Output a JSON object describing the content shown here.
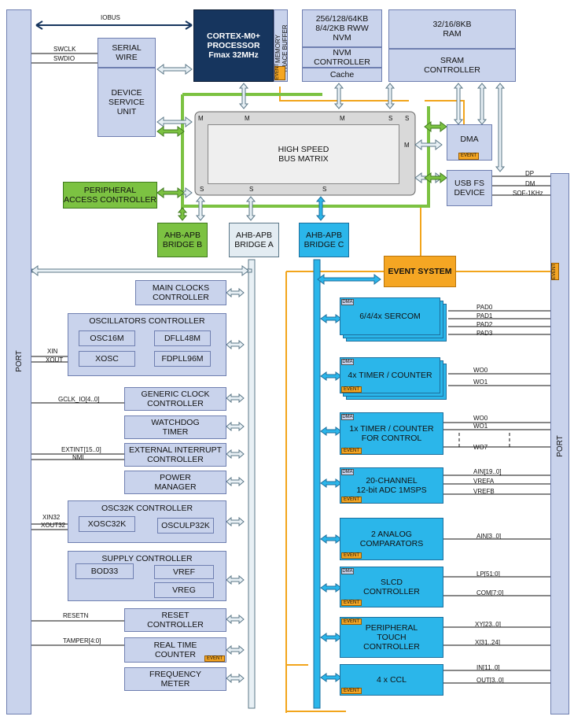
{
  "colors": {
    "periwinkle": "#c9d3ec",
    "cyan": "#2bb6ea",
    "green": "#7cc242",
    "navy": "#16355e",
    "orange": "#f5a623",
    "event_line": "#f2a51c",
    "bus_line": "#a8c4d8"
  },
  "ports": {
    "left": "PORT",
    "right": "PORT"
  },
  "top": {
    "iobus": "IOBUS",
    "processor": "CORTEX-M0+\nPROCESSOR\nFmax 32MHz",
    "mtb": "MEMORY\nTRACE BUFFER",
    "nvm": "256/128/64KB\n8/4/2KB RWW\nNVM",
    "nvm_controller": "NVM\nCONTROLLER",
    "cache": "Cache",
    "ram": "32/16/8KB\nRAM",
    "sram_controller": "SRAM\nCONTROLLER"
  },
  "serial_wire": "SERIAL\nWIRE",
  "dsu": "DEVICE\nSERVICE\nUNIT",
  "bus_matrix": "HIGH SPEED\nBUS MATRIX",
  "pac": "PERIPHERAL\nACCESS CONTROLLER",
  "dma": "DMA",
  "usb": "USB FS\nDEVICE",
  "bridges": {
    "b": "AHB-APB\nBRIDGE B",
    "a": "AHB-APB\nBRIDGE A",
    "c": "AHB-APB\nBRIDGE C"
  },
  "event_system": "EVENT SYSTEM",
  "matrix_ports": {
    "m": "M",
    "s": "S"
  },
  "tags": {
    "event": "EVENT",
    "dma": "DMA"
  },
  "left_blocks": {
    "main_clocks": "MAIN CLOCKS\nCONTROLLER",
    "osc_ctrl": "OSCILLATORS CONTROLLER",
    "osc16m": "OSC16M",
    "dfll48m": "DFLL48M",
    "xosc": "XOSC",
    "fdpll96m": "FDPLL96M",
    "gclk": "GENERIC CLOCK\nCONTROLLER",
    "watchdog": "WATCHDOG\nTIMER",
    "eic": "EXTERNAL INTERRUPT\nCONTROLLER",
    "power": "POWER\nMANAGER",
    "osc32k": "OSC32K CONTROLLER",
    "xosc32k": "XOSC32K",
    "osculp32k": "OSCULP32K",
    "supply": "SUPPLY CONTROLLER",
    "bod33": "BOD33",
    "vref": "VREF",
    "vreg": "VREG",
    "reset": "RESET\nCONTROLLER",
    "rtc": "REAL TIME\nCOUNTER",
    "freqm": "FREQUENCY\nMETER"
  },
  "right_blocks": {
    "sercom": "6/4/4x SERCOM",
    "tc": "4x TIMER / COUNTER",
    "tcc": "1x TIMER / COUNTER\nFOR CONTROL",
    "adc": "20-CHANNEL\n12-bit ADC 1MSPS",
    "ac": "2 ANALOG\nCOMPARATORS",
    "slcd": "SLCD\nCONTROLLER",
    "ptc": "PERIPHERAL\nTOUCH\nCONTROLLER",
    "ccl": "4 x CCL"
  },
  "signals": {
    "swclk": "SWCLK",
    "swdio": "SWDIO",
    "xin": "XIN",
    "xout": "XOUT",
    "gclk_io": "GCLK_IO[4..0]",
    "extint": "EXTINT[15..0]",
    "nmi": "NMI",
    "xin32": "XIN32",
    "xout32": "XOUT32",
    "resetn": "RESETN",
    "tamper": "TAMPER[4:0]",
    "dp": "DP",
    "dm": "DM",
    "sof": "SOF-1KHz",
    "pad0": "PAD0",
    "pad1": "PAD1",
    "pad2": "PAD2",
    "pad3": "PAD3",
    "wo0": "WO0",
    "wo1": "WO1",
    "tcc_wo0": "WO0",
    "tcc_wo1": "WO1",
    "wo7": "WO7",
    "ain": "AIN[19..0]",
    "vrefa": "VREFA",
    "vrefb": "VREFB",
    "ac_ain": "AIN[3..0]",
    "lp": "LP[51:0]",
    "com": "COM[7:0]",
    "xy": "XY[23..0]",
    "x": "X[31..24]",
    "ccl_in": "IN[11..0]",
    "ccl_out": "OUT[3..0]"
  }
}
